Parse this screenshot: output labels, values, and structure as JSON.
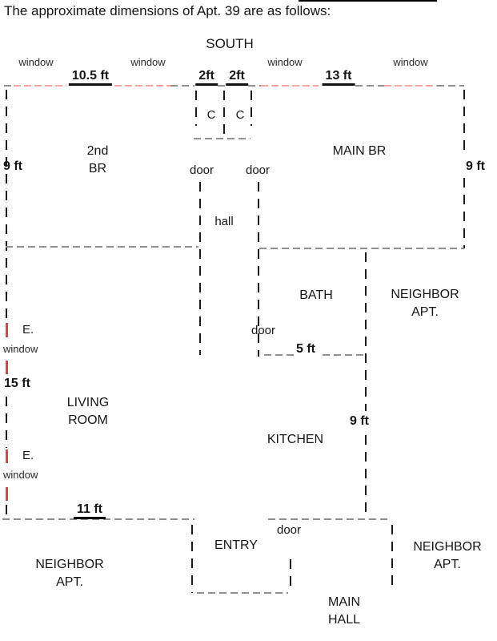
{
  "title": "The approximate dimensions of Apt. 39 are as follows:",
  "compass_south": "SOUTH",
  "window_labels": [
    "window",
    "window",
    "window",
    "window"
  ],
  "east_windows": {
    "e1": "E.",
    "w1": "window",
    "e2": "E.",
    "w2": "window"
  },
  "dims": {
    "top_left": "10.5 ft",
    "closet1": "2ft",
    "closet2": "2ft",
    "top_right": "13 ft",
    "left9": "9 ft",
    "right9": "9 ft",
    "living15": "15 ft",
    "bath5": "5 ft",
    "kitchen9": "9 ft",
    "living11": "11 ft"
  },
  "rooms": {
    "second_br": [
      "2nd",
      "BR"
    ],
    "main_br": "MAIN BR",
    "hall": "hall",
    "bath": "BATH",
    "kitchen": "KITCHEN",
    "living": [
      "LIVING",
      "ROOM"
    ],
    "entry": "ENTRY",
    "main_hall": [
      "MAIN",
      "HALL"
    ],
    "neighbor_ne": [
      "NEIGHBOR",
      "APT."
    ],
    "neighbor_sw": [
      "NEIGHBOR",
      "APT."
    ],
    "neighbor_se": [
      "NEIGHBOR",
      "APT."
    ]
  },
  "closets": [
    "C",
    "C"
  ],
  "doors": [
    "door",
    "door",
    "door",
    "door"
  ],
  "colors": {
    "window_pink": "#ffa3a3",
    "window_red": "#e84040",
    "wall_gray": "#8f8f8f",
    "wall_black": "#1c1c1c"
  }
}
